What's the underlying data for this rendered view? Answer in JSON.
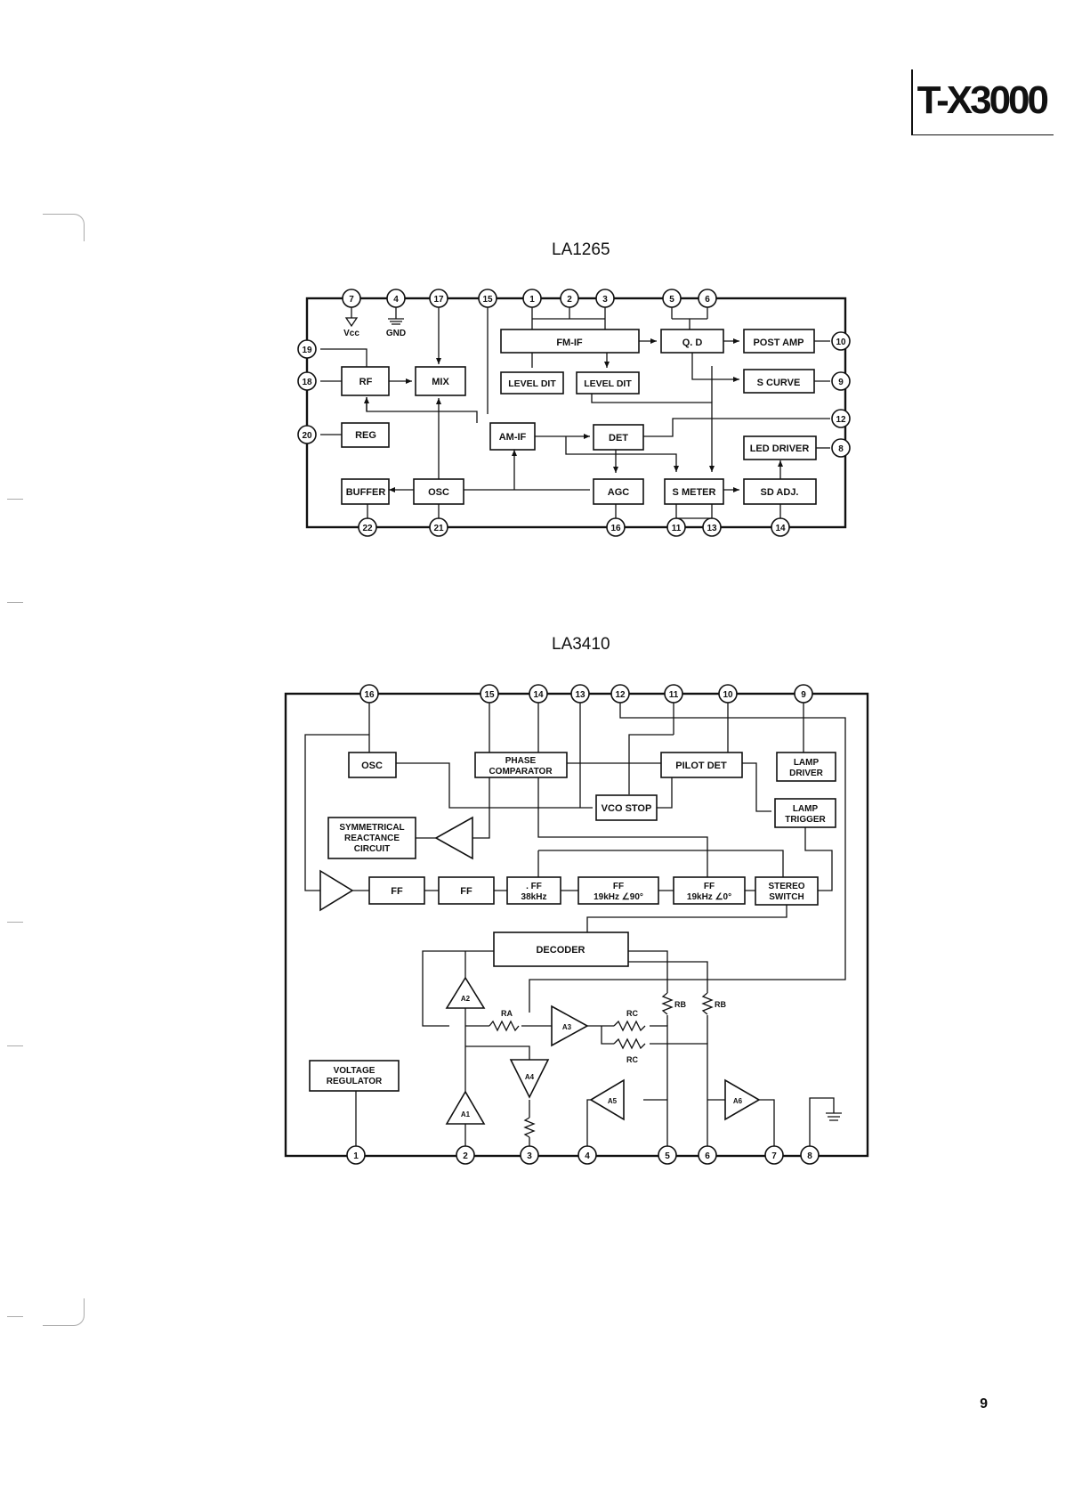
{
  "page": {
    "model": "T-X3000",
    "number": "9"
  },
  "la1265": {
    "title": "LA1265",
    "labels": {
      "vcc": "Vcc",
      "gnd": "GND"
    },
    "blocks": {
      "fm_if": "FM-IF",
      "qd": "Q. D",
      "post_amp": "POST AMP",
      "level_dit_1": "LEVEL DIT",
      "level_dit_2": "LEVEL DIT",
      "s_curve": "S CURVE",
      "rf": "RF",
      "mix": "MIX",
      "reg": "REG",
      "am_if": "AM-IF",
      "det": "DET",
      "led_driver": "LED DRIVER",
      "buffer": "BUFFER",
      "osc": "OSC",
      "agc": "AGC",
      "s_meter": "S METER",
      "sd_adj": "SD ADJ."
    },
    "pins": {
      "p7": "7",
      "p4": "4",
      "p17": "17",
      "p15": "15",
      "p1": "1",
      "p2": "2",
      "p3": "3",
      "p5": "5",
      "p6": "6",
      "p19": "19",
      "p18": "18",
      "p20": "20",
      "p10": "10",
      "p9": "9",
      "p12": "12",
      "p8": "8",
      "p22": "22",
      "p21": "21",
      "p16": "16",
      "p11": "11",
      "p13": "13",
      "p14": "14"
    }
  },
  "la3410": {
    "title": "LA3410",
    "blocks": {
      "osc": "OSC",
      "phase_1": "PHASE",
      "phase_2": "COMPARATOR",
      "pilot_det": "PILOT DET",
      "lamp_driver_1": "LAMP",
      "lamp_driver_2": "DRIVER",
      "vco_stop": "VCO STOP",
      "lamp_trigger_1": "LAMP",
      "lamp_trigger_2": "TRIGGER",
      "sym_1": "SYMMETRICAL",
      "sym_2": "REACTANCE",
      "sym_3": "CIRCUIT",
      "ff_1": "FF",
      "ff_2": "FF",
      "ff38_1": ". FF",
      "ff38_2": "38kHz",
      "ff90_1": "FF",
      "ff90_2": "19kHz ∠90°",
      "ff0_1": "FF",
      "ff0_2": "19kHz ∠0°",
      "stereo_1": "STEREO",
      "stereo_2": "SWITCH",
      "decoder": "DECODER",
      "vreg_1": "VOLTAGE",
      "vreg_2": "REGULATOR"
    },
    "components": {
      "a1": "A1",
      "a2": "A2",
      "a3": "A3",
      "a4": "A4",
      "a5": "A5",
      "a6": "A6",
      "ra": "RA",
      "rc_1": "RC",
      "rc_2": "RC",
      "rb_1": "RB",
      "rb_2": "RB"
    },
    "pins": {
      "p16": "16",
      "p15": "15",
      "p14": "14",
      "p13": "13",
      "p12": "12",
      "p11": "11",
      "p10": "10",
      "p9": "9",
      "p1": "1",
      "p2": "2",
      "p3": "3",
      "p4": "4",
      "p5": "5",
      "p6": "6",
      "p7": "7",
      "p8": "8"
    }
  }
}
